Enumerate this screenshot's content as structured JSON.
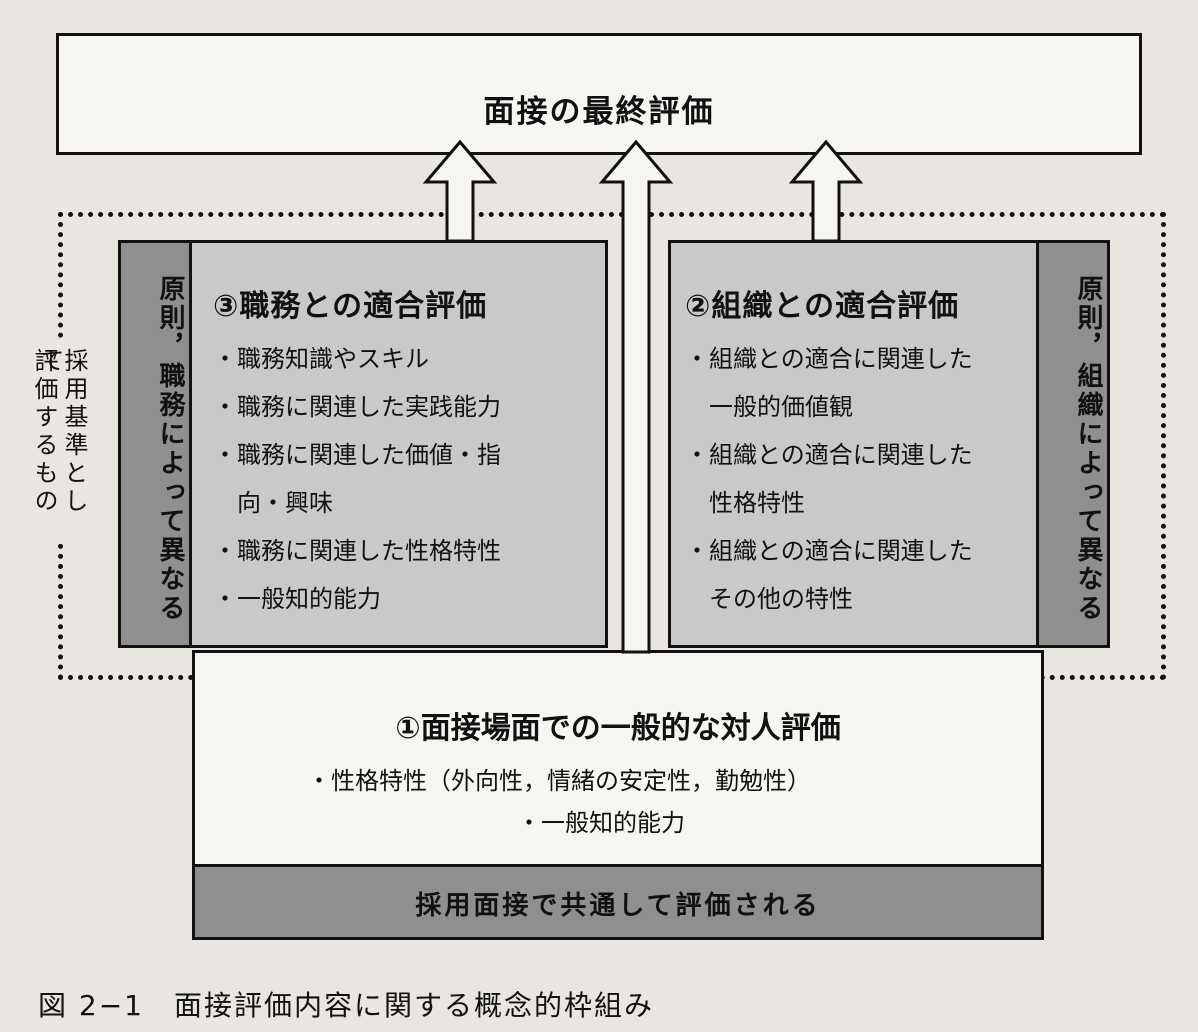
{
  "final_label": "面接の最終評価",
  "criteria_note": "採用基準として評価するもの",
  "criteria_note_columns": [
    "採用基準として",
    "評価するもの"
  ],
  "job_fit": {
    "title": "③職務との適合評価",
    "side_label": "原則，職務によって異なる",
    "items": [
      "・職務知識やスキル",
      "・職務に関連した実践能力",
      "・職務に関連した価値・指",
      "　向・興味",
      "・職務に関連した性格特性",
      "・一般知的能力"
    ]
  },
  "org_fit": {
    "title": "②組織との適合評価",
    "side_label": "原則，組織によって異なる",
    "items": [
      "・組織との適合に関連した",
      "　一般的価値観",
      "・組織との適合に関連した",
      "　性格特性",
      "・組織との適合に関連した",
      "　その他の特性"
    ]
  },
  "general": {
    "title": "①面接場面での一般的な対人評価",
    "line1": "・性格特性（外向性，情緒の安定性，勤勉性）",
    "line2": "・一般知的能力",
    "footer": "採用面接で共通して評価される"
  },
  "caption": "図 2−1　面接評価内容に関する概念的枠組み"
}
